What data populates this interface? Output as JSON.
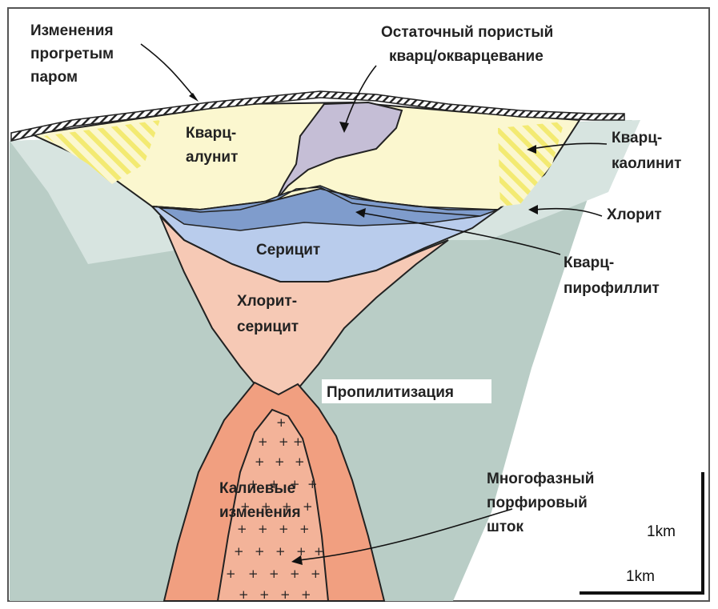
{
  "labels": {
    "steam_heated": [
      "Изменения",
      "прогретым",
      "паром"
    ],
    "residual_quartz": [
      "Остаточный пористый",
      "кварц/окварцевание"
    ],
    "quartz_alunite": [
      "Кварц-",
      "алунит"
    ],
    "quartz_kaolinite": [
      "Кварц-",
      "каолинит"
    ],
    "chlorite": "Хлорит",
    "sericite": "Серицит",
    "quartz_pyrophyllite": [
      "Кварц-",
      "пирофиллит"
    ],
    "chlorite_sericite": [
      "Хлорит-",
      "серицит"
    ],
    "propylitic": "Пропилитизация",
    "potassic": [
      "Калиевые",
      "изменения"
    ],
    "porphyry_stock": [
      "Многофазный",
      "порфировый",
      "шток"
    ]
  },
  "scale": {
    "vertical": "1km",
    "horizontal": "1km"
  },
  "colors": {
    "propylitic": "#b9cdc6",
    "chlorite": "#d7e4e0",
    "quartz_alunite": "#fbf7cf",
    "quartz_kaolinite_stripe": "#f5ee84",
    "residual_quartz": "#c5bed6",
    "quartz_pyrophyllite": "#7f9ccc",
    "sericite": "#b9ccec",
    "chlorite_sericite": "#f6c9b5",
    "potassic": "#f19f80",
    "porphyry_stock": "#f3b399"
  }
}
